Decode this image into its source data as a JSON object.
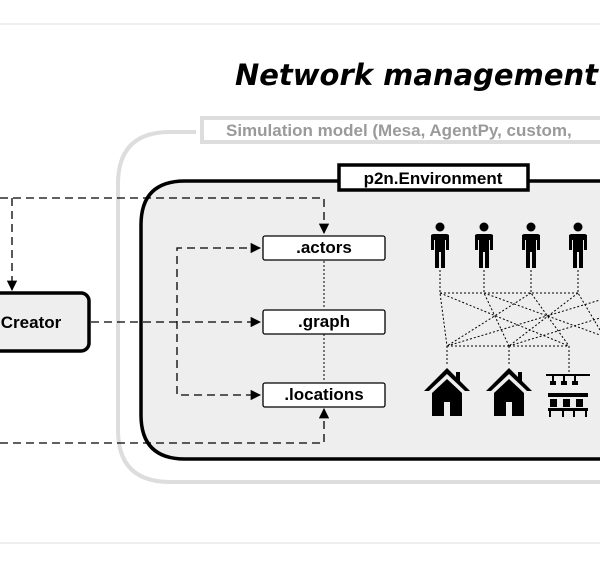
{
  "title": "Network management",
  "simulation_model": {
    "label": "Simulation model (Mesa, AgentPy, custom,"
  },
  "environment": {
    "label": "p2n.Environment",
    "attributes": [
      ".actors",
      ".graph",
      ".locations"
    ]
  },
  "creator": {
    "label": "Creator"
  },
  "icons": {
    "actors": [
      "person-icon",
      "person-icon",
      "person-icon",
      "person-icon"
    ],
    "locations": [
      "house-icon",
      "house-icon",
      "classroom-icon"
    ]
  },
  "colors": {
    "frame_gray": "#dddddd",
    "env_fill": "#eeeeee",
    "stroke": "#000000",
    "sim_text": "#9a9a9a"
  }
}
